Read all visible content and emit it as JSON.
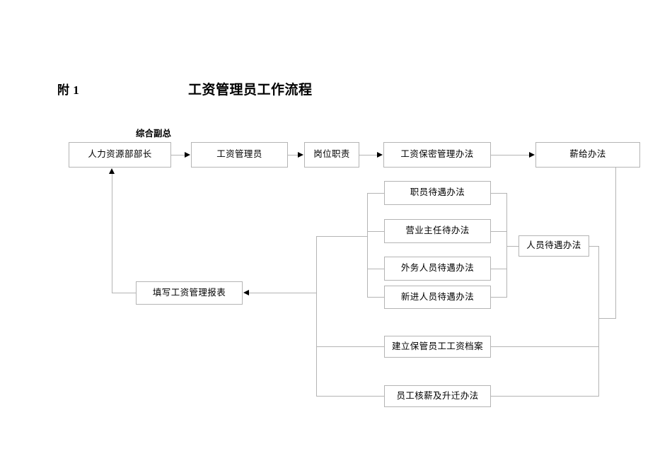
{
  "page": {
    "doc_ref": "附 1",
    "title": "工资管理员工作流程",
    "supervisor_label": "综合副总"
  },
  "nodes": {
    "hr_director": "人力资源部部长",
    "payroll_admin": "工资管理员",
    "job_duty": "岗位职责",
    "salary_confidential": "工资保密管理办法",
    "pay_method": "薪给办法",
    "staff_treatment": "职员待遇办法",
    "sales_director_treatment": "营业主任待办法",
    "field_staff_treatment": "外务人员待遇办法",
    "new_staff_treatment": "新进人员待遇办法",
    "personnel_treatment": "人员待遇办法",
    "fill_report": "填写工资管理报表",
    "archive_salary": "建立保管员工工资档案",
    "salary_promotion": "员工核薪及升迁办法"
  },
  "style": {
    "box_border": "#b4b4b4",
    "connector": "#b4b4b4",
    "arrow": "#000000",
    "text": "#000000",
    "background": "#ffffff"
  }
}
